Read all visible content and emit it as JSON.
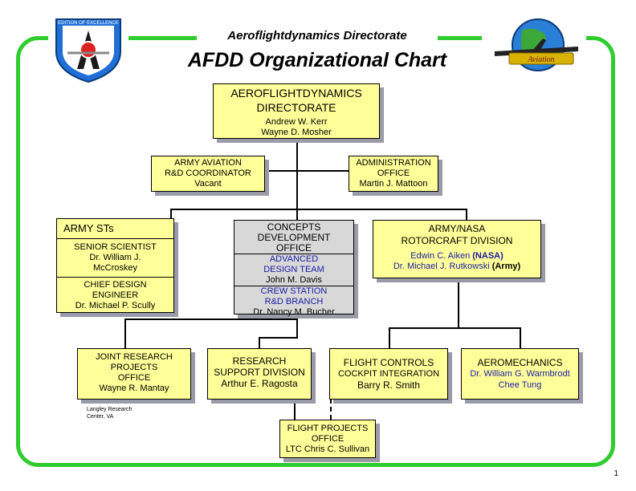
{
  "header": {
    "subtitle": "Aeroflightdynamics Directorate",
    "title": "AFDD Organizational Chart",
    "left_logo_text": "EDITION OF EXCELLENCE",
    "right_logo_text": "Aviation"
  },
  "colors": {
    "frame": "#2ecc2e",
    "box_yellow": "#ffff99",
    "box_grey": "#d8d8d8",
    "text_blue": "#1a1aa6",
    "shadow": "#9a9aa8"
  },
  "directorate": {
    "title1": "AEROFLIGHTDYNAMICS",
    "title2": "DIRECTORATE",
    "person1": "Andrew W. Kerr",
    "person2": "Wayne D. Mosher"
  },
  "rd_coordinator": {
    "line1": "ARMY AVIATION",
    "line2": "R&D COORDINATOR",
    "person": "Vacant"
  },
  "admin_office": {
    "line1": "ADMINISTRATION",
    "line2": "OFFICE",
    "person": "Martin J. Mattoon"
  },
  "army_sts": {
    "title": "ARMY STs",
    "senior_line1": "SENIOR SCIENTIST",
    "senior_line2": "Dr. William J.",
    "senior_line3": "McCroskey",
    "chief_line1": "CHIEF DESIGN",
    "chief_line2": "ENGINEER",
    "chief_line3": "Dr. Michael P. Scully"
  },
  "concepts": {
    "line1": "CONCEPTS",
    "line2": "DEVELOPMENT",
    "line3": "OFFICE",
    "team_line1": "ADVANCED",
    "team_line2": "DESIGN TEAM",
    "team_person": "John M. Davis",
    "crew_line1": "CREW STATION",
    "crew_line2": "R&D BRANCH",
    "crew_person": "Dr. Nancy M. Bucher"
  },
  "rotorcraft": {
    "line1": "ARMY/NASA",
    "line2": "ROTORCRAFT DIVISION",
    "person1": "Edwin C. Aiken",
    "tag1": "(NASA)",
    "person2": "Dr. Michael J. Rutkowski",
    "tag2": "(Army)"
  },
  "joint": {
    "line1": "JOINT RESEARCH",
    "line2": "PROJECTS",
    "line3": "OFFICE",
    "person": "Wayne R. Mantay"
  },
  "research_support": {
    "line1": "RESEARCH",
    "line2": "SUPPORT DIVISION",
    "person": "Arthur E. Ragosta"
  },
  "flight_controls": {
    "line1": "FLIGHT CONTROLS",
    "line2": "COCKPIT INTEGRATION",
    "person": "Barry R. Smith"
  },
  "aeromechanics": {
    "line1": "AEROMECHANICS",
    "person1": "Dr. William G. Warmbrodt",
    "person2": "Chee Tung"
  },
  "flight_projects": {
    "line1": "FLIGHT PROJECTS",
    "line2": "OFFICE",
    "person": "LTC Chris C. Sullivan"
  },
  "location_note": {
    "line1": "Langley Research",
    "line2": "Center, VA"
  },
  "page_number": "1"
}
